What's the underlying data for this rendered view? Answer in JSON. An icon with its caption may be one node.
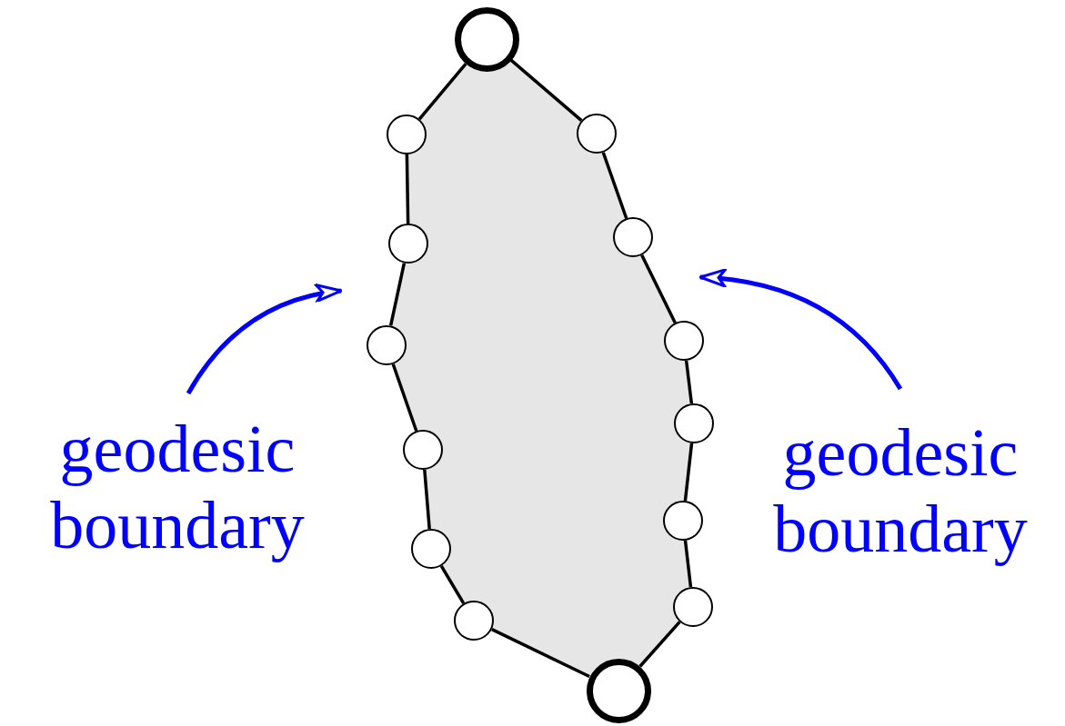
{
  "diagram": {
    "nodes": [
      {
        "text": [],
        "shape": "circle"
      },
      {
        "text": [],
        "shape": "circle"
      },
      {
        "text": [],
        "shape": "circle"
      },
      {
        "text": [],
        "shape": "circle"
      },
      {
        "text": [],
        "shape": "circle"
      },
      {
        "text": [],
        "shape": "circle"
      },
      {
        "text": [],
        "shape": "circle"
      },
      {
        "text": [],
        "shape": "circle"
      },
      {
        "text": [],
        "shape": "circle"
      },
      {
        "text": [],
        "shape": "circle"
      },
      {
        "text": [],
        "shape": "circle"
      },
      {
        "text": [],
        "shape": "circle"
      },
      {
        "text": [],
        "shape": "circle"
      },
      {
        "text": [],
        "shape": "circle"
      },
      {
        "text": [
          "geodesic boundary"
        ]
      },
      {
        "text": [
          "geodesic boundary"
        ]
      }
    ],
    "edges": [
      {
        "from": 0,
        "to": 1,
        "arrow": "none"
      },
      {
        "from": 1,
        "to": 2,
        "arrow": "none"
      },
      {
        "from": 2,
        "to": 3,
        "arrow": "none"
      },
      {
        "from": 3,
        "to": 4,
        "arrow": "none"
      },
      {
        "from": 4,
        "to": 5,
        "arrow": "none"
      },
      {
        "from": 5,
        "to": 6,
        "arrow": "none"
      },
      {
        "from": 6,
        "to": 13,
        "arrow": "none"
      },
      {
        "from": 0,
        "to": 7,
        "arrow": "none"
      },
      {
        "from": 7,
        "to": 8,
        "arrow": "none"
      },
      {
        "from": 8,
        "to": 9,
        "arrow": "none"
      },
      {
        "from": 9,
        "to": 10,
        "arrow": "none"
      },
      {
        "from": 10,
        "to": 11,
        "arrow": "none"
      },
      {
        "from": 11,
        "to": 12,
        "arrow": "none"
      },
      {
        "from": 12,
        "to": 13,
        "arrow": "none"
      },
      {
        "from": 14,
        "to": null,
        "arrow": "to",
        "color": "#0000ff"
      },
      {
        "from": 15,
        "to": null,
        "arrow": "to",
        "color": "#0000ff"
      }
    ]
  }
}
